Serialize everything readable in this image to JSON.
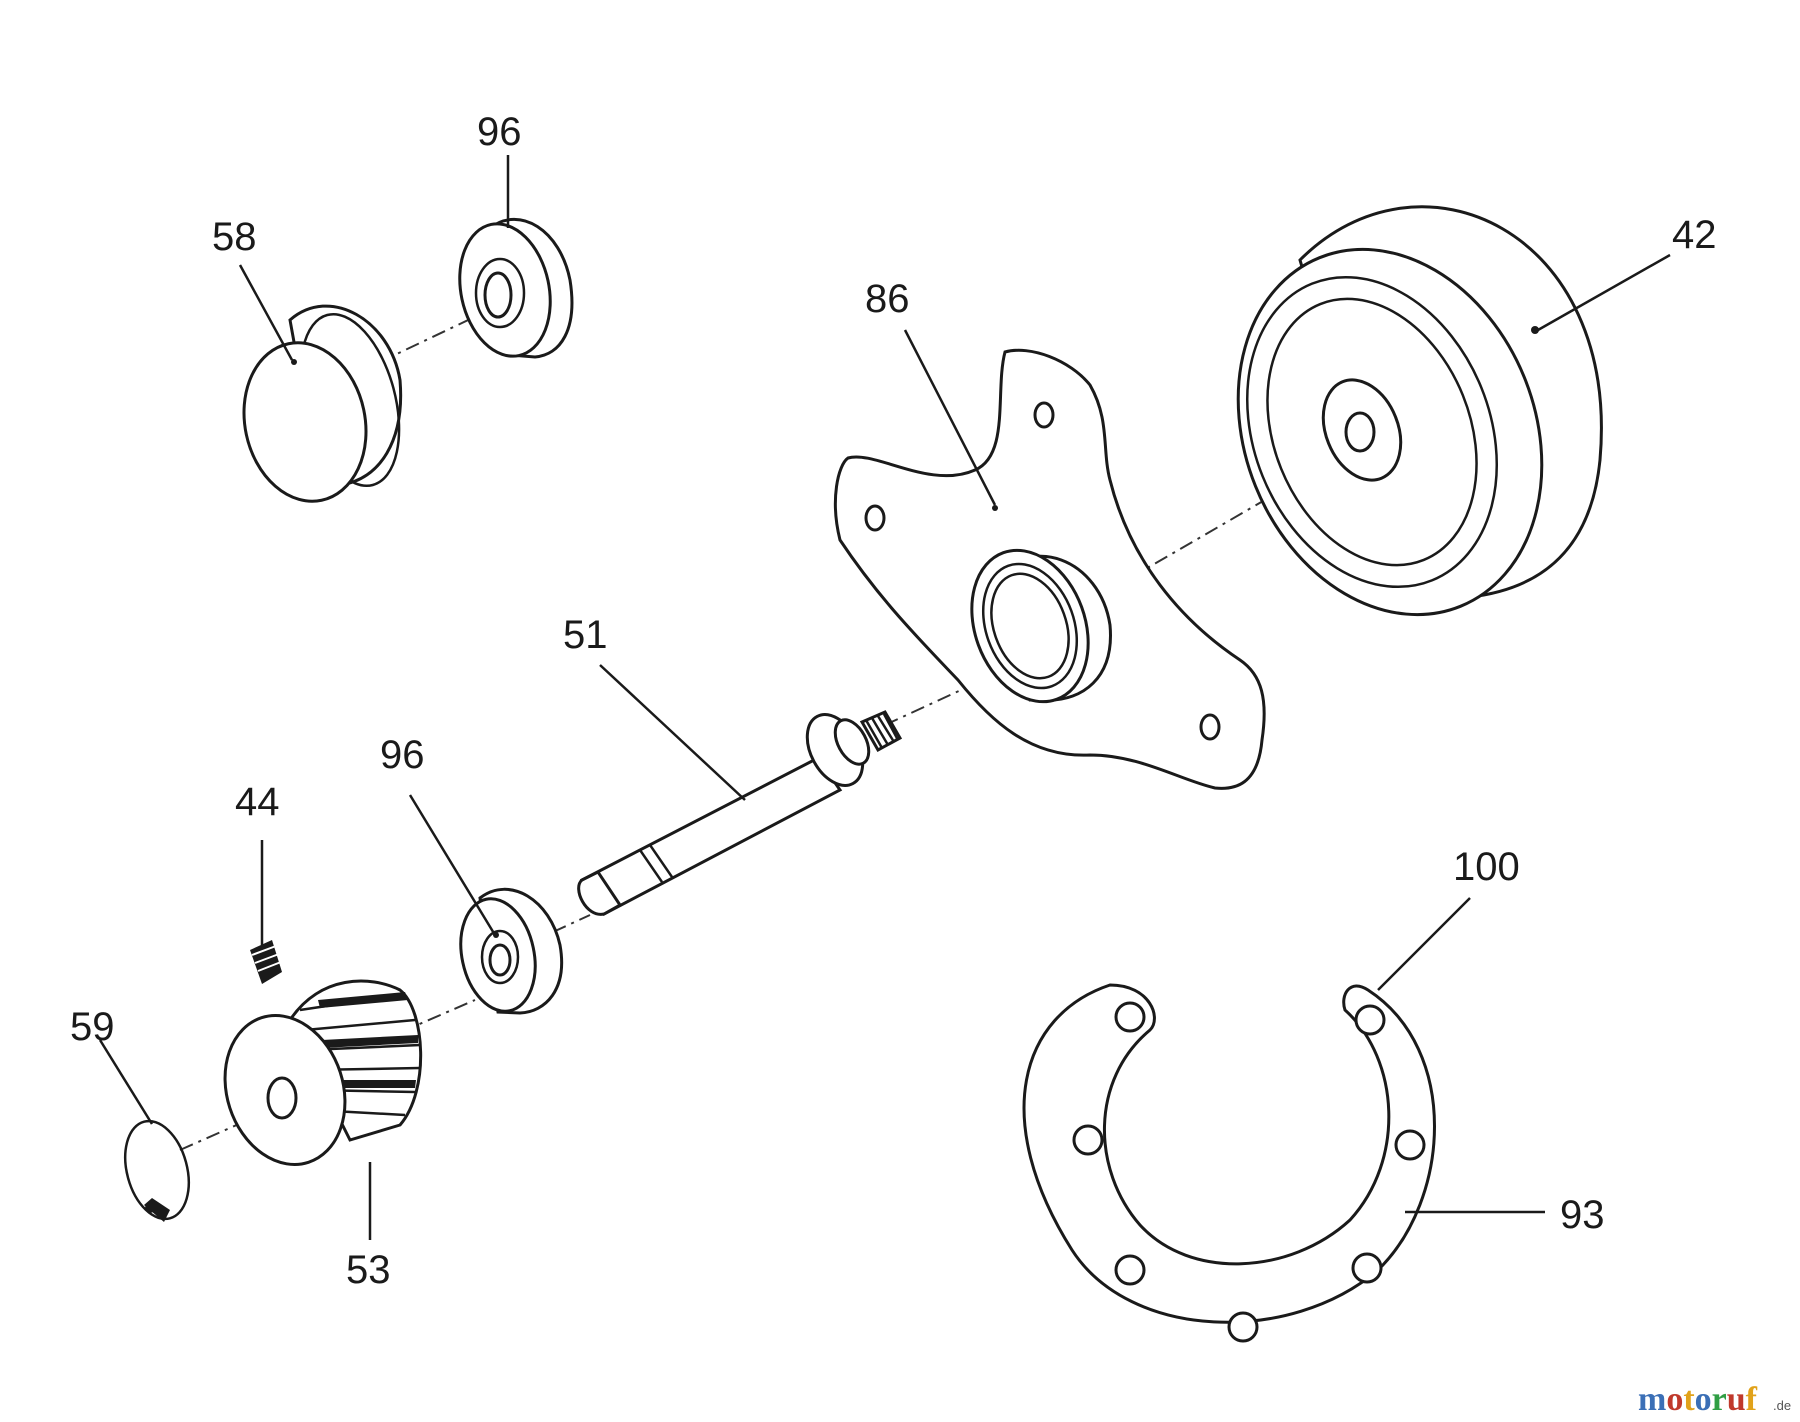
{
  "diagram": {
    "callouts": {
      "c42": "42",
      "c86": "86",
      "c96_top": "96",
      "c58": "58",
      "c51": "51",
      "c96_mid": "96",
      "c44": "44",
      "c59": "59",
      "c53": "53",
      "c100": "100",
      "c93": "93"
    }
  },
  "watermark": {
    "letters": [
      "m",
      "o",
      "t",
      "o",
      "r",
      "u",
      "f"
    ],
    "letter_colors": [
      "#3b6fb6",
      "#c0392b",
      "#e1a21a",
      "#3b6fb6",
      "#2f9e44",
      "#c0392b",
      "#e1a21a"
    ],
    "suffix": ".de"
  }
}
